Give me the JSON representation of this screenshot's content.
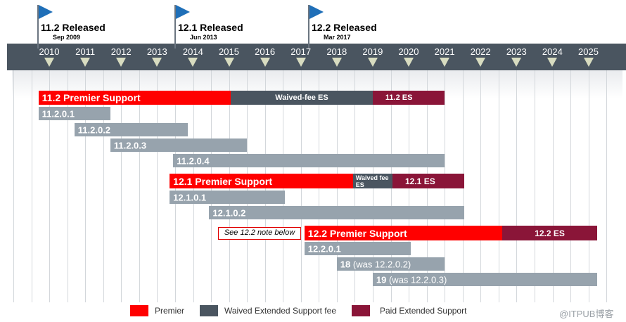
{
  "colors": {
    "premier": "#ff0000",
    "waived": "#4a5560",
    "paid": "#8a1538",
    "patch": "#97a3ad"
  },
  "releases": [
    {
      "title": "11.2 Released",
      "date": "Sep 2009",
      "year": 2009.7
    },
    {
      "title": "12.1 Released",
      "date": "Jun 2013",
      "year": 2013.45
    },
    {
      "title": "12.2 Released",
      "date": "Mar 2017",
      "year": 2017.2
    }
  ],
  "years": [
    "2010",
    "2011",
    "2012",
    "2013",
    "2014",
    "2015",
    "2016",
    "2017",
    "2018",
    "2019",
    "2020",
    "2021",
    "2022",
    "2023",
    "2024",
    "2025"
  ],
  "support_rows": [
    {
      "segments": [
        {
          "type": "premier",
          "label": "11.2 Premier Support",
          "from": 2009.7,
          "to": 2015.05
        },
        {
          "type": "waived",
          "label": "Waived-fee ES",
          "from": 2015.05,
          "to": 2019.0
        },
        {
          "type": "paid",
          "label": "11.2 ES",
          "from": 2019.0,
          "to": 2021.0
        }
      ]
    },
    {
      "segments": [
        {
          "type": "premier",
          "label": "12.1 Premier Support",
          "from": 2013.35,
          "to": 2018.45
        },
        {
          "type": "waived",
          "label": "Waived fee ES",
          "from": 2018.45,
          "to": 2019.55
        },
        {
          "type": "paid",
          "label": "12.1 ES",
          "from": 2019.55,
          "to": 2021.55
        }
      ]
    },
    {
      "segments": [
        {
          "type": "premier",
          "label": "12.2 Premier Support",
          "from": 2017.1,
          "to": 2022.6
        },
        {
          "type": "paid",
          "label": "12.2 ES",
          "from": 2022.6,
          "to": 2025.25
        }
      ]
    }
  ],
  "patch_rows": [
    {
      "label": "11.2.0.1",
      "from": 2009.7,
      "to": 2011.7
    },
    {
      "label": "11.2.0.2",
      "from": 2010.7,
      "to": 2013.85
    },
    {
      "label": "11.2.0.3",
      "from": 2011.7,
      "to": 2015.5
    },
    {
      "label": "11.2.0.4",
      "from": 2013.45,
      "to": 2021.0
    },
    {
      "label": "12.1.0.1",
      "from": 2013.35,
      "to": 2016.55
    },
    {
      "label": "12.1.0.2",
      "from": 2014.45,
      "to": 2021.55
    },
    {
      "label": "12.2.0.1",
      "from": 2017.1,
      "to": 2020.05
    },
    {
      "label_bold": "18",
      "label_rest": " (was 12.2.0.2)",
      "from": 2018.0,
      "to": 2021.0
    },
    {
      "label_bold": "19",
      "label_rest": " (was 12.2.0.3)",
      "from": 2019.0,
      "to": 2025.25
    }
  ],
  "note": "See 12.2 note below",
  "legend": [
    {
      "type": "premier",
      "label": "Premier"
    },
    {
      "type": "waived",
      "label": "Waived Extended Support fee"
    },
    {
      "type": "paid",
      "label": "Paid Extended Support"
    }
  ],
  "watermark": "@ITPUB博客"
}
